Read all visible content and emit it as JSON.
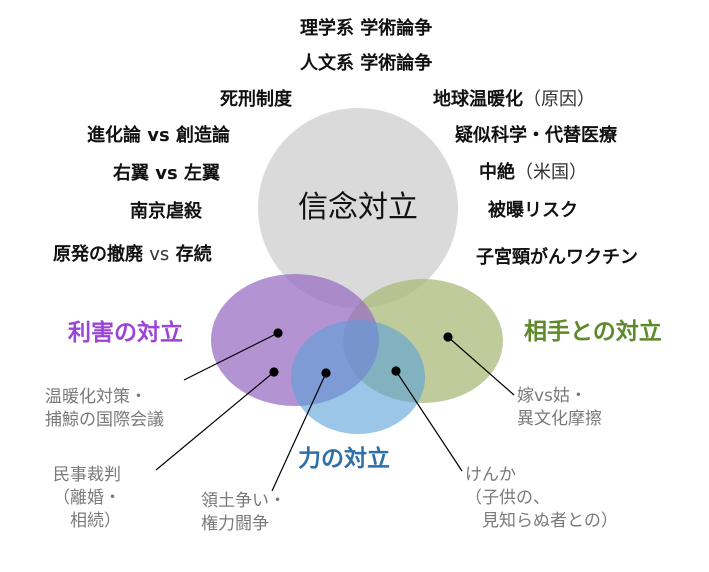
{
  "belief_topics": [
    {
      "label": "理学系 学術論争"
    },
    {
      "label": "人文系 学術論争"
    },
    {
      "label": "死刑制度"
    },
    {
      "label": "地球温暖化",
      "suffix": "（原因）"
    },
    {
      "label": "進化論 vs 創造論"
    },
    {
      "label": "疑似科学・代替医療"
    },
    {
      "label": "右翼 vs 左翼"
    },
    {
      "label": "中絶",
      "suffix": "（米国）"
    },
    {
      "label": "南京虐殺"
    },
    {
      "label": "被曝リスク"
    },
    {
      "label": "原発の撤廃",
      "mid": "vs",
      "tail": "存続"
    },
    {
      "label": "子宮頸がんワクチン"
    }
  ],
  "circles": {
    "belief": {
      "label": "信念対立",
      "color": "#d3d3d3"
    },
    "interest": {
      "label": "利害の対立",
      "color": "#9a6fc2",
      "label_color": "#9b45d6"
    },
    "partner": {
      "label": "相手との対立",
      "color": "#a9ba7a",
      "label_color": "#5e8a2c"
    },
    "power": {
      "label": "力の対立",
      "color": "#5aa0d8",
      "label_color": "#2e6fa8"
    }
  },
  "examples": {
    "warming_whaling": "温暖化対策・\n捕鯨の国際会議",
    "civil_trial": "民事裁判\n（離婚・\n　相続）",
    "territory": "領土争い・\n権力闘争",
    "quarrel": "けんか\n（子供の、\n　見知らぬ者との）",
    "in_laws": "嫁vs姑・\n異文化摩擦"
  }
}
